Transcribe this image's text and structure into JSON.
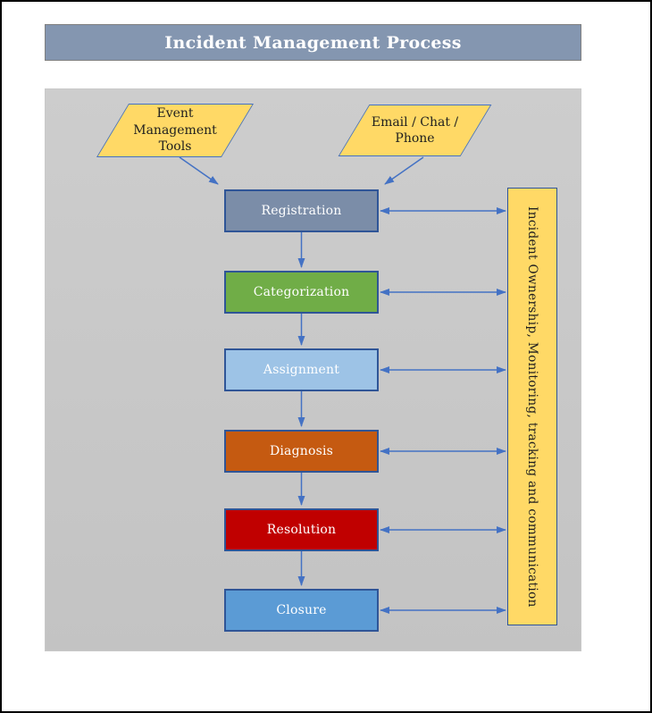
{
  "window": {
    "title": "Incident Management Process"
  },
  "colors": {
    "title_bg": "#8496B0",
    "title_border": "#7F7F7F",
    "title_text": "#FFFFFF",
    "canvas_bg": "#FFFFFF",
    "canvas_border": "#000000",
    "panel_bg": "#C7C7C7",
    "arrow": "#4472C4",
    "step_border": "#2F5597",
    "source_bg": "#FFD966",
    "source_border": "#4472C4",
    "source_text": "#1F1F1F",
    "sidebar_bg": "#FFD966",
    "sidebar_border": "#2F5597",
    "sidebar_text": "#1F1F1F"
  },
  "diagram": {
    "sources": [
      {
        "label": "Event Management Tools"
      },
      {
        "label": "Email / Chat / Phone"
      }
    ],
    "steps": [
      {
        "label": "Registration",
        "fill": "#7B8DA8",
        "text_color": "#FFFFFF"
      },
      {
        "label": "Categorization",
        "fill": "#70AD47",
        "text_color": "#FFFFFF"
      },
      {
        "label": "Assignment",
        "fill": "#9DC3E6",
        "text_color": "#FFFFFF"
      },
      {
        "label": "Diagnosis",
        "fill": "#C55A11",
        "text_color": "#FFFFFF"
      },
      {
        "label": "Resolution",
        "fill": "#C00000",
        "text_color": "#FFFFFF"
      },
      {
        "label": "Closure",
        "fill": "#5B9BD5",
        "text_color": "#FFFFFF"
      }
    ],
    "sidebar_label": "Incident Ownership, Monitoring, tracking and communication"
  }
}
